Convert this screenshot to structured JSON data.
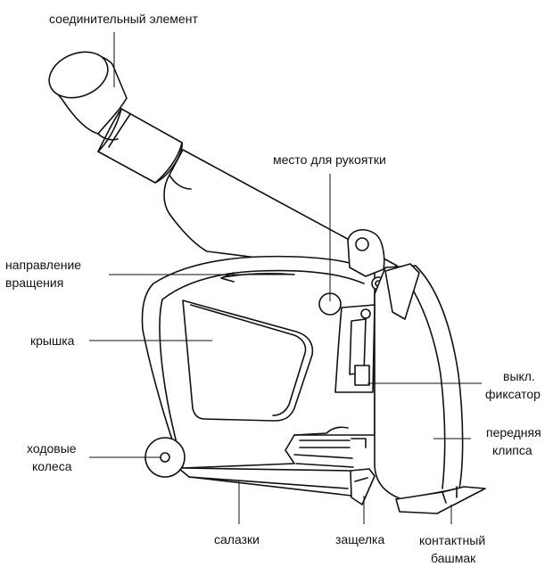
{
  "labels": {
    "connector": "соединительный элемент",
    "handle_spot": "место для рукоятки",
    "rotation_line1": "направление",
    "rotation_line2": "вращения",
    "cover": "крышка",
    "wheels_line1": "ходовые",
    "wheels_line2": "колеса",
    "skids": "салазки",
    "latch": "защелка",
    "contact_line1": "контактный",
    "contact_line2": "башмак",
    "switch_line1": "выкл.",
    "switch_line2": "фиксатор",
    "front_line1": "передняя",
    "front_line2": "клипса"
  }
}
